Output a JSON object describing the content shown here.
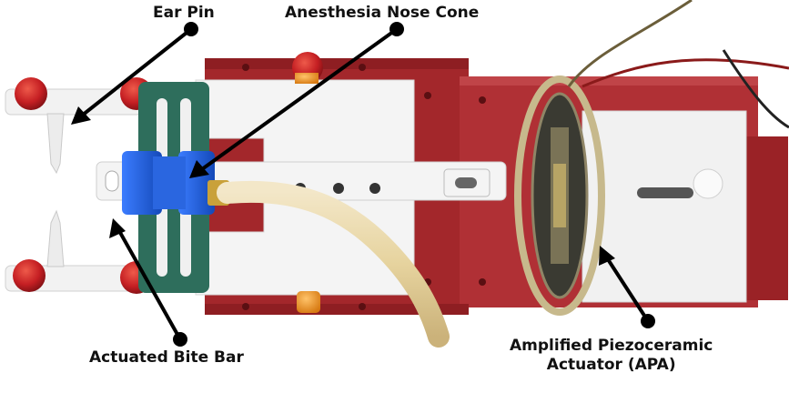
{
  "labels": {
    "ear_pin": "Ear Pin",
    "nose_cone": "Anesthesia Nose Cone",
    "bite_bar": "Actuated Bite Bar",
    "apa_line1": "Amplified Piezoceramic",
    "apa_line2": "Actuator (APA)"
  },
  "colors": {
    "base_red": "#a3272b",
    "platform_white": "#f4f4f4",
    "holder_green": "#2e6e5c",
    "block_blue": "#1f5fd6",
    "knob_red": "#c51f23",
    "knob_orange": "#e8901c",
    "arrow": "#000000"
  }
}
